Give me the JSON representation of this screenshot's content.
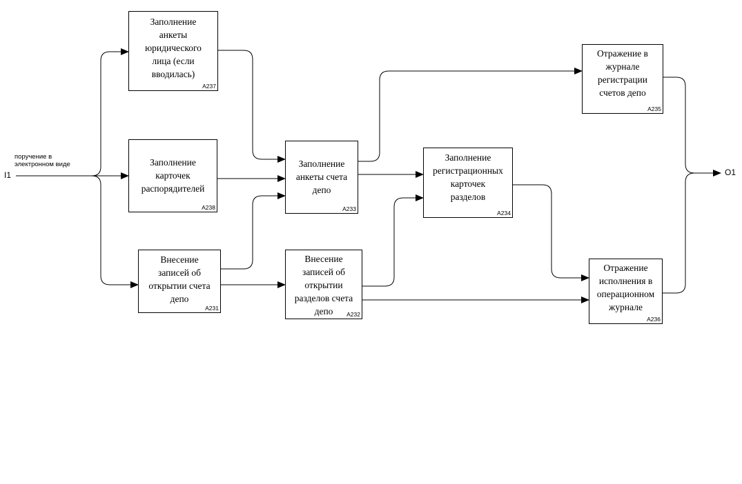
{
  "diagram": {
    "input": {
      "id": "I1",
      "label": "поручение в\nэлектронном виде"
    },
    "output": {
      "id": "O1"
    },
    "boxes": {
      "a237": {
        "text": "Заполнение\nанкеты\nюридического\nлица (если\nвводилась)",
        "id": "A237"
      },
      "a238": {
        "text": "Заполнение\nкарточек\nраспорядителей",
        "id": "A238"
      },
      "a231": {
        "text": "Внесение\nзаписей об\nоткрытии счета\nдепо",
        "id": "A231"
      },
      "a233": {
        "text": "Заполнение\nанкеты счета\nдепо",
        "id": "A233"
      },
      "a232": {
        "text": "Внесение\nзаписей об\nоткрытии\nразделов счета\nдепо",
        "id": "A232"
      },
      "a234": {
        "text": "Заполнение\nрегистрационных\nкарточек\nразделов",
        "id": "A234"
      },
      "a235": {
        "text": "Отражение в\nжурнале\nрегистрации\nсчетов депо",
        "id": "A235"
      },
      "a236": {
        "text": "Отражение\nисполнения в\nоперационном\nжурнале",
        "id": "A236"
      }
    }
  }
}
